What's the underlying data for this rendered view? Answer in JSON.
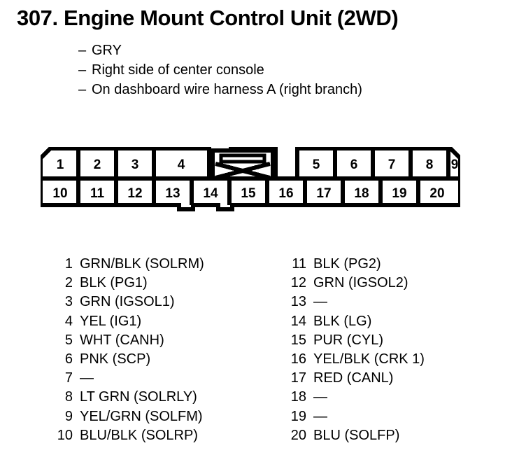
{
  "title": "307. Engine Mount Control Unit (2WD)",
  "bullets": [
    {
      "dash": "–",
      "text": "GRY"
    },
    {
      "dash": "–",
      "text": "Right side of center console"
    },
    {
      "dash": "–",
      "text": "On dashboard wire harness A (right branch)"
    }
  ],
  "connector": {
    "top_row": [
      "1",
      "2",
      "3",
      "4"
    ],
    "latch": {
      "icon": "latch-x-icon"
    },
    "top_row_right": [
      "5",
      "6",
      "7",
      "8",
      "9"
    ],
    "bottom_row": [
      "10",
      "11",
      "12",
      "13",
      "14",
      "15",
      "16",
      "17",
      "18",
      "19",
      "20"
    ],
    "outline_color": "#000000",
    "fill_color": "#ffffff"
  },
  "pins": {
    "left": [
      {
        "no": "1",
        "label": "GRN/BLK (SOLRM)"
      },
      {
        "no": "2",
        "label": "BLK (PG1)"
      },
      {
        "no": "3",
        "label": "GRN (IGSOL1)"
      },
      {
        "no": "4",
        "label": "YEL (IG1)"
      },
      {
        "no": "5",
        "label": "WHT (CANH)"
      },
      {
        "no": "6",
        "label": "PNK (SCP)"
      },
      {
        "no": "7",
        "label": "—"
      },
      {
        "no": "8",
        "label": "LT GRN (SOLRLY)"
      },
      {
        "no": "9",
        "label": "YEL/GRN (SOLFM)"
      },
      {
        "no": "10",
        "label": "BLU/BLK (SOLRP)"
      }
    ],
    "right": [
      {
        "no": "11",
        "label": "BLK (PG2)"
      },
      {
        "no": "12",
        "label": "GRN (IGSOL2)"
      },
      {
        "no": "13",
        "label": "—"
      },
      {
        "no": "14",
        "label": "BLK (LG)"
      },
      {
        "no": "15",
        "label": "PUR (CYL)"
      },
      {
        "no": "16",
        "label": "YEL/BLK (CRK 1)"
      },
      {
        "no": "17",
        "label": "RED (CANL)"
      },
      {
        "no": "18",
        "label": "—"
      },
      {
        "no": "19",
        "label": "—"
      },
      {
        "no": "20",
        "label": "BLU (SOLFP)"
      }
    ]
  }
}
